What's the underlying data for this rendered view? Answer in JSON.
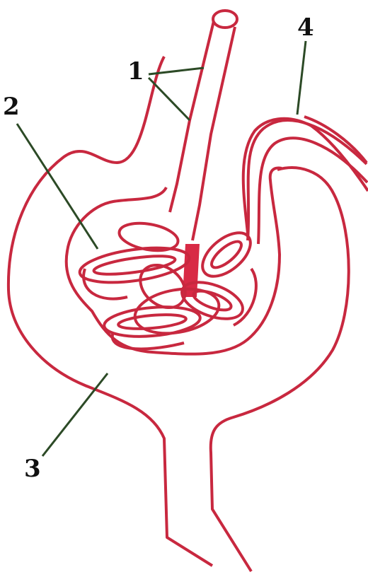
{
  "labels": [
    {
      "id": "1",
      "text": "1"
    },
    {
      "id": "2",
      "text": "2"
    },
    {
      "id": "3",
      "text": "3"
    },
    {
      "id": "4",
      "text": "4"
    }
  ],
  "colors": {
    "vessel_outline": "#c8283f",
    "vessel_fill": "#ffffff",
    "vessel_shade": "#d82a45",
    "leader_line": "#2c4a26",
    "label_text": "#111111"
  },
  "icons": {
    "structure": "glomerulus-in-bowman-capsule"
  }
}
